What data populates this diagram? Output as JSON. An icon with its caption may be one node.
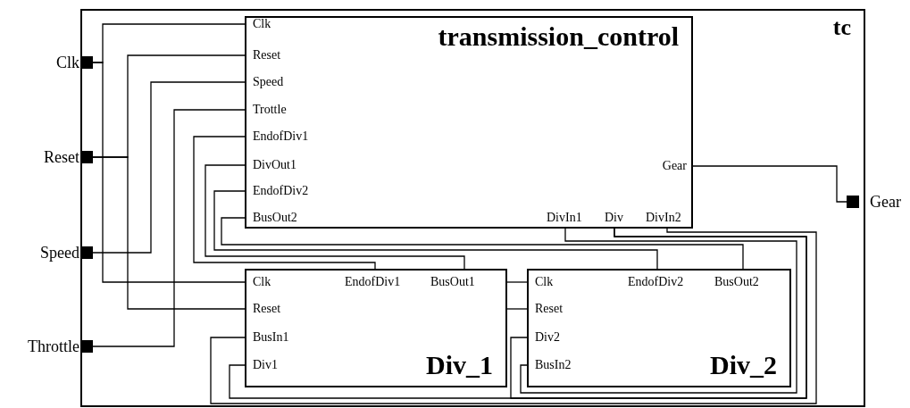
{
  "diagram": {
    "nodes": [
      {
        "text": [
          "tc"
        ]
      },
      {
        "text": [
          "transmission_control"
        ],
        "in": 0
      },
      {
        "text": [
          "Clk"
        ],
        "in": 1
      },
      {
        "text": [
          "Reset"
        ],
        "in": 1
      },
      {
        "text": [
          "Speed"
        ],
        "in": 1
      },
      {
        "text": [
          "Trottle"
        ],
        "in": 1
      },
      {
        "text": [
          "EndofDiv1"
        ],
        "in": 1
      },
      {
        "text": [
          "DivOut1"
        ],
        "in": 1
      },
      {
        "text": [
          "EndofDiv2"
        ],
        "in": 1
      },
      {
        "text": [
          "BusOut2"
        ],
        "in": 1
      },
      {
        "text": [
          "Gear"
        ],
        "in": 1
      },
      {
        "text": [
          "DivIn1"
        ],
        "in": 1
      },
      {
        "text": [
          "Div"
        ],
        "in": 1
      },
      {
        "text": [
          "DivIn2"
        ],
        "in": 1
      },
      {
        "text": [
          "Div_1"
        ],
        "in": 0
      },
      {
        "text": [
          "Clk"
        ],
        "in": 14
      },
      {
        "text": [
          "Reset"
        ],
        "in": 14
      },
      {
        "text": [
          "BusIn1"
        ],
        "in": 14
      },
      {
        "text": [
          "Div1"
        ],
        "in": 14
      },
      {
        "text": [
          "EndofDiv1"
        ],
        "in": 14
      },
      {
        "text": [
          "BusOut1"
        ],
        "in": 14
      },
      {
        "text": [
          "Div_2"
        ],
        "in": 0
      },
      {
        "text": [
          "Clk"
        ],
        "in": 21
      },
      {
        "text": [
          "Reset"
        ],
        "in": 21
      },
      {
        "text": [
          "Div2"
        ],
        "in": 21
      },
      {
        "text": [
          "BusIn2"
        ],
        "in": 21
      },
      {
        "text": [
          "EndofDiv2"
        ],
        "in": 21
      },
      {
        "text": [
          "BusOut2"
        ],
        "in": 21
      },
      {
        "text": [
          "Clk"
        ],
        "in": 0
      },
      {
        "text": [
          "Reset"
        ],
        "in": 0
      },
      {
        "text": [
          "Speed"
        ],
        "in": 0
      },
      {
        "text": [
          "Throttle"
        ],
        "in": 0
      },
      {
        "text": [
          "Gear"
        ],
        "in": 0
      }
    ],
    "edges": [
      {
        "from": 28,
        "to": 2,
        "arrow": "none"
      },
      {
        "from": 28,
        "to": 15,
        "arrow": "none"
      },
      {
        "from": 29,
        "to": 3,
        "arrow": "none"
      },
      {
        "from": 29,
        "to": 16,
        "arrow": "none"
      },
      {
        "from": 30,
        "to": 4,
        "arrow": "none"
      },
      {
        "from": 31,
        "to": 5,
        "arrow": "none"
      },
      {
        "from": 10,
        "to": 32,
        "arrow": "none"
      },
      {
        "from": 6,
        "to": 19,
        "arrow": "none"
      },
      {
        "from": 7,
        "to": 20,
        "arrow": "none"
      },
      {
        "from": 8,
        "to": 26,
        "arrow": "none"
      },
      {
        "from": 9,
        "to": 27,
        "arrow": "none"
      },
      {
        "from": 11,
        "to": 25,
        "arrow": "none"
      },
      {
        "from": 12,
        "to": 18,
        "arrow": "none"
      },
      {
        "from": 12,
        "to": 24,
        "arrow": "none"
      },
      {
        "from": 13,
        "to": 17,
        "arrow": "none"
      },
      {
        "from": 14,
        "to": 22,
        "arrow": "none"
      },
      {
        "from": 14,
        "to": 23,
        "arrow": "none"
      }
    ]
  }
}
